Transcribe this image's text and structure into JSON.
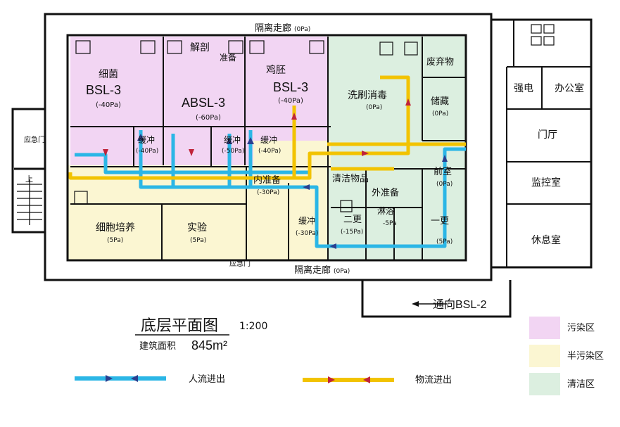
{
  "colors": {
    "contaminated": "#f2d5f3",
    "semi_contaminated": "#fbf6d2",
    "clean": "#dcefe0",
    "person_flow": "#2bb6e6",
    "material_flow": "#f2c300",
    "arrow_person": "#2a3f8f",
    "arrow_material": "#c0243a",
    "wall": "#111111"
  },
  "corridors": {
    "top": "隔离走廊",
    "top_pressure": "(0Pa)",
    "bottom": "隔离走廊",
    "bottom_pressure": "(0Pa)"
  },
  "rooms": {
    "bacteria": {
      "name": "细菌",
      "level": "BSL-3",
      "pressure": "(-40Pa)"
    },
    "dissection": {
      "name": "解剖"
    },
    "prep_top": {
      "name": "准备"
    },
    "absl": {
      "level": "ABSL-3",
      "pressure": "(-60Pa)"
    },
    "embryo": {
      "name": "鸡胚",
      "level": "BSL-3",
      "pressure": "(-40Pa)"
    },
    "buffer1": {
      "name": "缓冲",
      "pressure": "(-40Pa)"
    },
    "buffer2": {
      "name": "缓冲",
      "pressure": "(-50Pa)"
    },
    "buffer3": {
      "name": "缓冲",
      "pressure": "(-40Pa)"
    },
    "wash": {
      "name": "洗刷消毒",
      "pressure": "(0Pa)"
    },
    "waste": {
      "name": "废弃物"
    },
    "storage": {
      "name": "储藏",
      "pressure": "(0Pa)"
    },
    "clean_item": {
      "name": "清洁物品"
    },
    "inner_prep": {
      "name": "内准备",
      "pressure": "(-30Pa)"
    },
    "outer_prep": {
      "name": "外准备"
    },
    "front_room": {
      "name": "前室",
      "pressure": "(0Pa)"
    },
    "cell": {
      "name": "细胞培养",
      "pressure": "(5Pa)"
    },
    "experiment": {
      "name": "实验",
      "pressure": "(5Pa)"
    },
    "buffer_bottom": {
      "name": "缓冲",
      "pressure": "(-30Pa)"
    },
    "change2": {
      "name": "二更",
      "pressure": "(-15Pa)"
    },
    "shower": {
      "name": "淋浴",
      "pressure": "-5Pa"
    },
    "change1": {
      "name": "一更",
      "pressure": "(5Pa)"
    },
    "power": {
      "name": "强电"
    },
    "office": {
      "name": "办公室"
    },
    "hall": {
      "name": "门厅"
    },
    "monitor": {
      "name": "监控室"
    },
    "lounge": {
      "name": "休息室"
    },
    "stairs": {
      "name": "上"
    }
  },
  "doors": {
    "emergency_top": "应急门",
    "emergency_bottom": "应急门"
  },
  "to_bsl2": "通向BSL-2",
  "title": {
    "name": "底层平面图",
    "scale": "1:200",
    "area_label": "建筑面积",
    "area_value": "845m²"
  },
  "legend": {
    "person_flow": "人流进出",
    "material_flow": "物流进出",
    "zones": [
      "污染区",
      "半污染区",
      "清洁区"
    ]
  }
}
